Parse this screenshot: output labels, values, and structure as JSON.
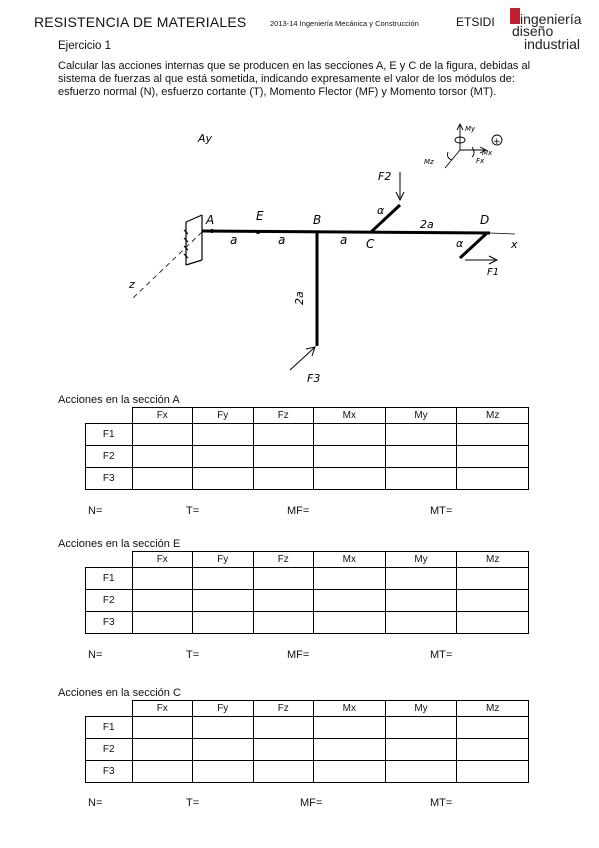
{
  "header": {
    "title": "RESISTENCIA DE MATERIALES",
    "course": "2013-14 Ingeniería Mecánica y Construcción",
    "school": "ETSIDI",
    "logo_text": [
      "ingeniería",
      "diseño",
      "industrial"
    ]
  },
  "exercise": {
    "title": "Ejercicio 1",
    "statement": "Calcular las acciones internas que se producen en las secciones A, E y C de la figura, debidas al sistema de fuerzas al que está sometida, indicando expresamente el valor de los módulos de: esfuerzo normal (N), esfuerzo cortante (T), Momento Flector (MF) y Momento torsor (MT)."
  },
  "figure": {
    "labels": {
      "A": "A",
      "E": "E",
      "B": "B",
      "C": "C",
      "D": "D",
      "a1": "a",
      "a2": "a",
      "a3": "a",
      "two_a_top": "2a",
      "two_a_vert": "2a",
      "alpha1": "α",
      "alpha2": "α",
      "F1": "F1",
      "F2": "F2",
      "F3": "F3",
      "x": "x",
      "y": "y",
      "z": "z",
      "axis_tl": "Ay",
      "legend_mx": "Mx",
      "legend_my": "My",
      "legend_mz": "Mz",
      "legend_fx": "Fx",
      "legend_plus": "+"
    }
  },
  "tables": {
    "columns": [
      "Fx",
      "Fy",
      "Fz",
      "Mx",
      "My",
      "Mz"
    ],
    "rows": [
      "F1",
      "F2",
      "F3"
    ],
    "sections": [
      {
        "label": "Acciones en la sección A"
      },
      {
        "label": "Acciones en la sección E"
      },
      {
        "label": "Acciones en la sección C"
      }
    ],
    "results": {
      "n": "N=",
      "t": "T=",
      "mf": "MF=",
      "mt": "MT="
    }
  }
}
